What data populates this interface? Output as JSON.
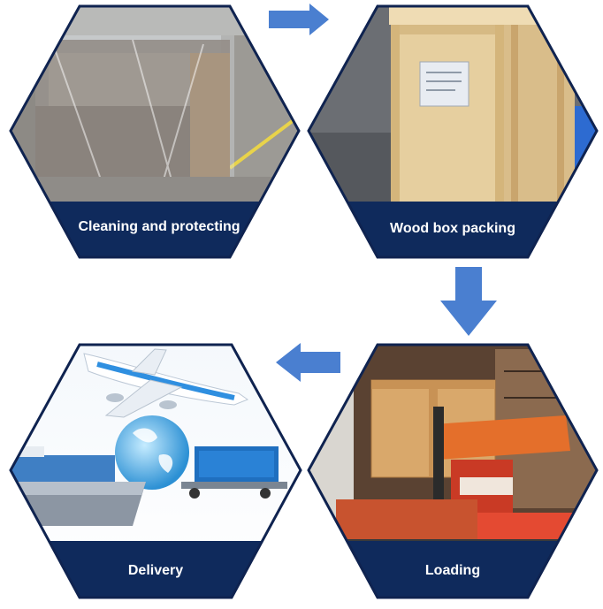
{
  "steps": [
    {
      "id": "cleaning",
      "label": "Cleaning and protecting",
      "image": "plastic-wrapped-sofa-photo"
    },
    {
      "id": "woodbox",
      "label": "Wood box packing",
      "image": "wooden-crate-photo"
    },
    {
      "id": "loading",
      "label": "Loading",
      "image": "forklift-loading-container-photo"
    },
    {
      "id": "delivery",
      "label": "Delivery",
      "image": "plane-ship-globe-container-photo"
    }
  ],
  "flow": [
    "cleaning",
    "woodbox",
    "loading",
    "delivery"
  ],
  "colors": {
    "hex_border": "#0f2350",
    "label_band": "#0f2a5c",
    "arrow": "#4a7fd0",
    "background": "#ffffff"
  }
}
